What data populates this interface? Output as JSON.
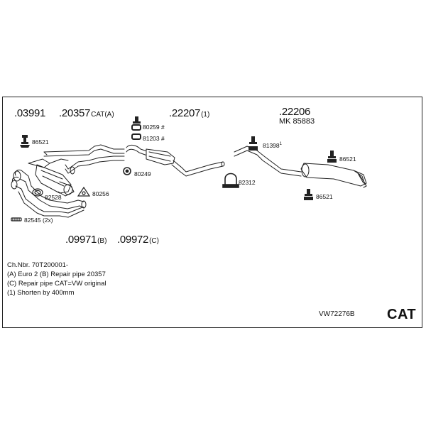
{
  "parts": {
    "p03991": {
      "num": ".03991"
    },
    "p20357": {
      "num": ".20357",
      "suffix": "CAT(A)"
    },
    "p22207": {
      "num": ".22207",
      "suffix": "(1)"
    },
    "p22206": {
      "num": ".22206"
    },
    "mk": "MK 85883",
    "p09971": {
      "num": ".09971",
      "suffix": "(B)"
    },
    "p09972": {
      "num": ".09972",
      "suffix": "(C)"
    }
  },
  "small_parts": {
    "a86521_left": "86521",
    "a80259": "80259 #",
    "a81203": "81203 #",
    "a80249": "80249",
    "a80256": "80256",
    "a82528": "82528",
    "a82545": "82545 (2x)",
    "a82312": "82312",
    "a81398": "81398",
    "a81398_sup": "1",
    "a86521_right_top": "86521",
    "a86521_right_bottom": "86521"
  },
  "notes": [
    "Ch.Nbr. 70T200001-",
    "(A) Euro 2 (B) Repair pipe 20357",
    "(C) Repair pipe CAT=VW original",
    "(1) Shorten by 400mm"
  ],
  "model_code": "VW72276B",
  "badge": "CAT",
  "icons": [
    "rubber-hanger-icon",
    "clamp-icon",
    "gasket-icon",
    "screw-icon"
  ]
}
